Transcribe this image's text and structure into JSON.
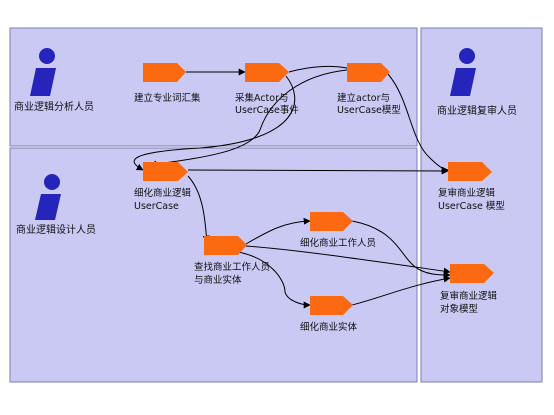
{
  "colors": {
    "lane_fill": "#c9c9f4",
    "lane_border": "#7e7eb4",
    "activity_fill": "#fb6a10",
    "actor_fill": "#2525bb",
    "connector": "#000000"
  },
  "roles": {
    "analyst": "商业逻辑分析人员",
    "reviewer": "商业逻辑复审人员",
    "designer": "商业逻辑设计人员"
  },
  "activities": {
    "glossary": [
      "建立专业词汇集"
    ],
    "collect": [
      "采集Actor与",
      "UserCase事件"
    ],
    "build_model": [
      "建立actor与",
      "UserCase模型"
    ],
    "refine_usecase": [
      "细化商业逻辑",
      "UserCase"
    ],
    "review_usecase": [
      "复审商业逻辑",
      "UserCase 模型"
    ],
    "find_workers": [
      "查找商业工作人员",
      "与商业实体"
    ],
    "refine_workers": [
      "细化商业工作人员"
    ],
    "refine_entities": [
      "细化商业实体"
    ],
    "review_objects": [
      "复审商业逻辑",
      "对象模型"
    ]
  },
  "icons": {
    "actor": "actor-figure-icon",
    "activity": "activity-pentagon-icon"
  }
}
